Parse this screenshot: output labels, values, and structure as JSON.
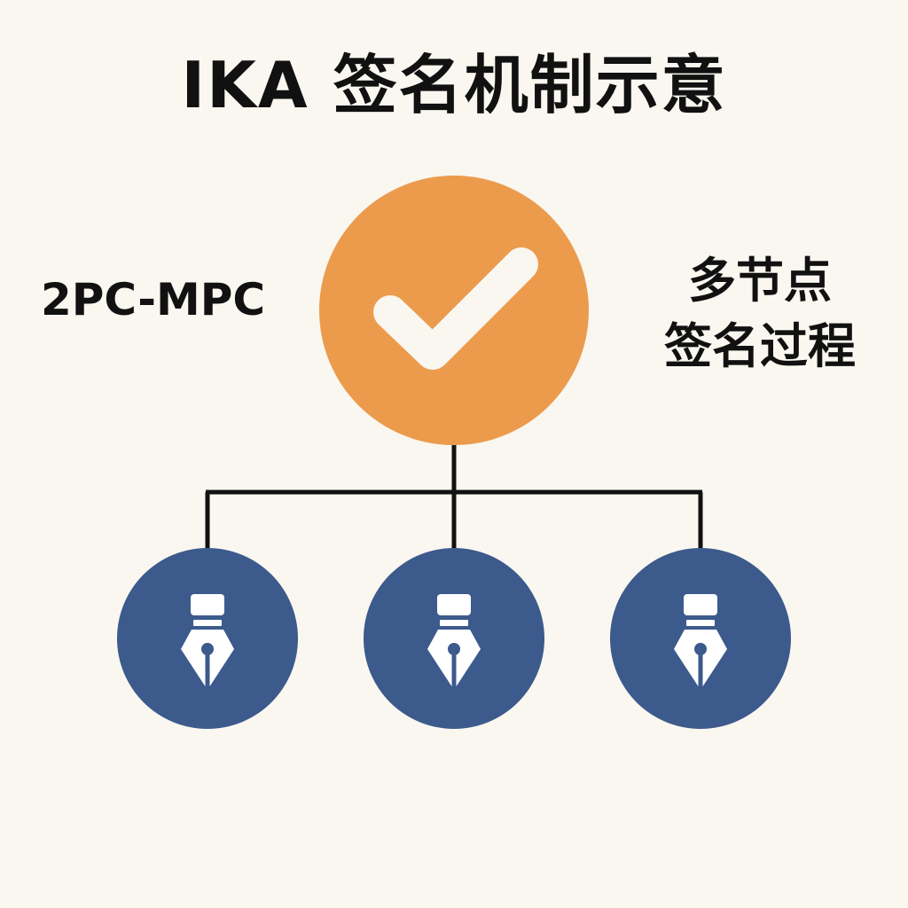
{
  "title": "IKA 签名机制示意",
  "left_label": "2PC-MPC",
  "right_label": {
    "line1": "多节点",
    "line2": "签名过程"
  },
  "colors": {
    "background": "#f9f7f0",
    "top_node": "#ec9b4d",
    "signer_nodes": "#3c5a8c",
    "connector": "#111111",
    "icon": "#ffffff"
  },
  "icons": {
    "top_node": "checkmark-icon",
    "signer_nodes": [
      "fountain-pen-icon",
      "fountain-pen-icon",
      "fountain-pen-icon"
    ]
  }
}
